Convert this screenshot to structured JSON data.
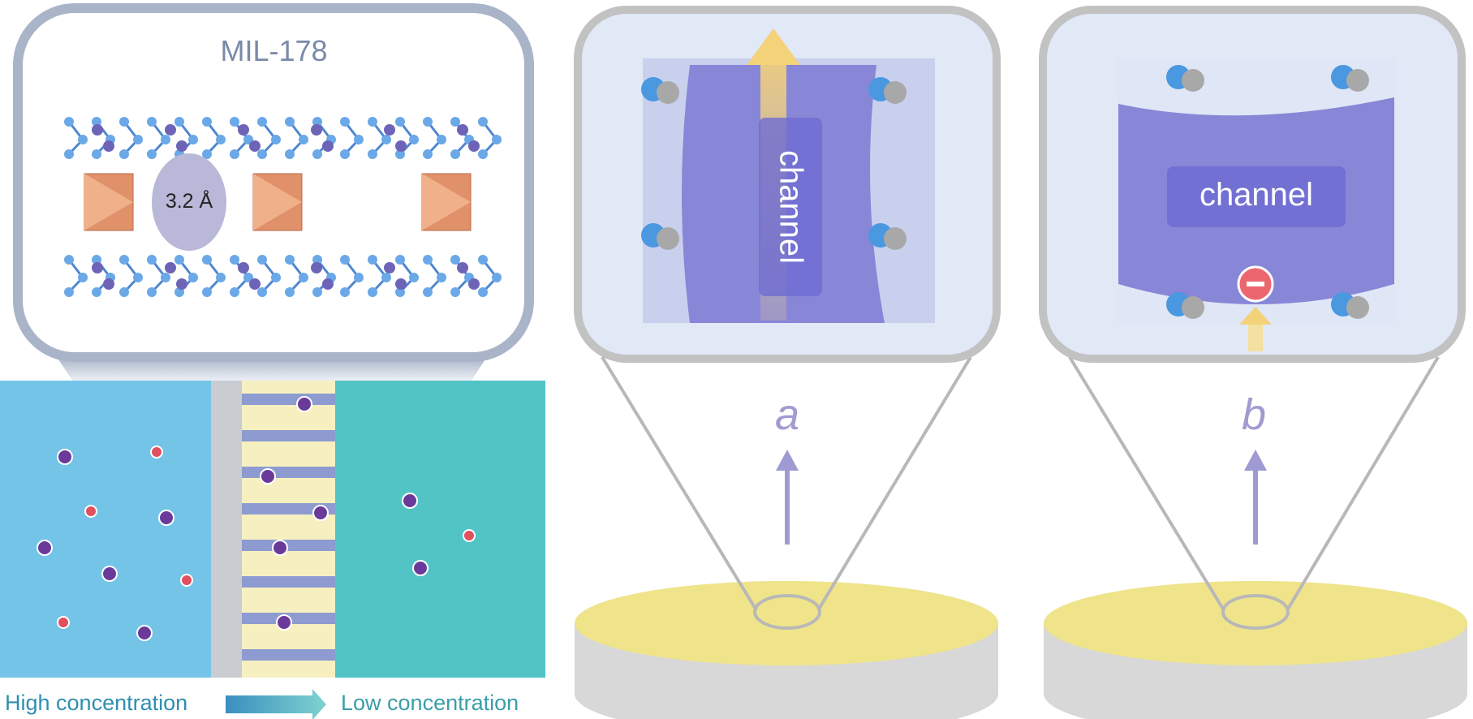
{
  "left_panel": {
    "material_title": "MIL-178",
    "pore_size": "3.2 Å",
    "high_label": "High concentration",
    "low_label": "Low concentration"
  },
  "panel_a": {
    "channel_label": "channel",
    "letter": "a"
  },
  "panel_b": {
    "channel_label": "channel",
    "letter": "b"
  },
  "colors": {
    "frame": "#a9b4c8",
    "channel": "#8886d6",
    "arrow": "#9e9bd2",
    "disk_top": "#f0e48a",
    "water_left": "#74c4e8",
    "water_right": "#52c4c6",
    "text_blue": "#2f8fb0"
  }
}
